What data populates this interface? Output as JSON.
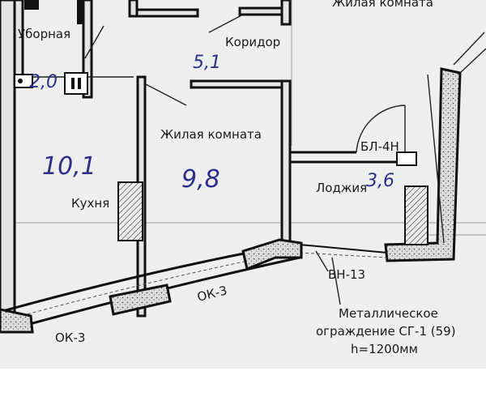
{
  "rooms": {
    "toilet": {
      "name": "Уборная",
      "area": "2,0"
    },
    "corridor": {
      "name": "Коридор",
      "area": "5,1"
    },
    "living_top": {
      "name": "Жилая комната"
    },
    "kitchen": {
      "name": "Кухня",
      "area": "10,1"
    },
    "living": {
      "name": "Жилая комната",
      "area": "9,8"
    },
    "loggia": {
      "name": "Лоджия",
      "area": "3,6"
    }
  },
  "labels": {
    "door_balcony": "БЛ-4Н",
    "window_left": "ОК-3",
    "window_mid": "ОК-3",
    "vent": "ВН-13",
    "fence_line1": "Металлическое",
    "fence_line2": "ограждение СГ-1 (59)",
    "fence_line3": "h=1200мм"
  },
  "colors": {
    "ink": "#1a1a1a",
    "handwriting": "#2b2f8c",
    "wall_fill": "#e4e4e4"
  }
}
